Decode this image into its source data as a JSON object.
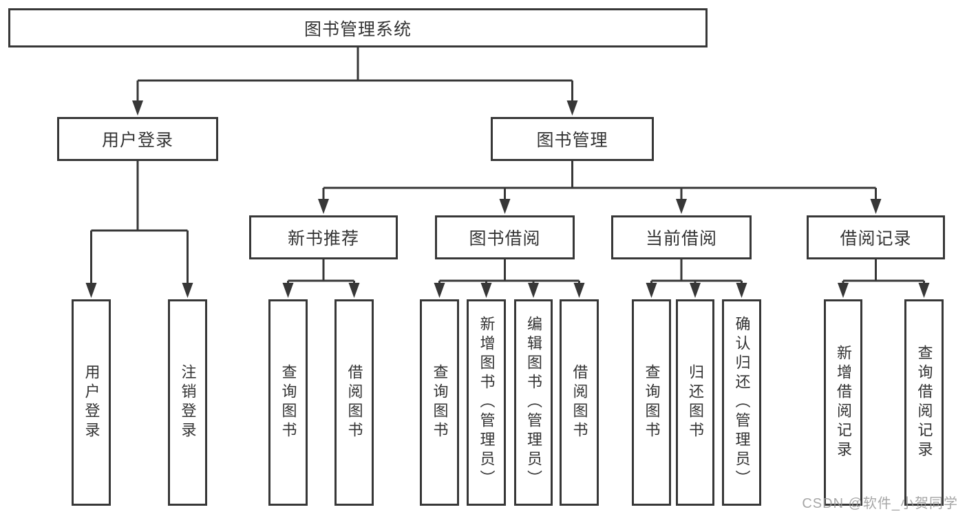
{
  "diagram": {
    "root": {
      "label": "图书管理系统"
    },
    "level1": [
      {
        "label": "用户登录"
      },
      {
        "label": "图书管理"
      }
    ],
    "level2": [
      {
        "label": "新书推荐"
      },
      {
        "label": "图书借阅"
      },
      {
        "label": "当前借阅"
      },
      {
        "label": "借阅记录"
      }
    ],
    "leaves": {
      "user_login": [
        "用户登录",
        "注销登录"
      ],
      "new_book": [
        "查询图书",
        "借阅图书"
      ],
      "book_borrow": [
        "查询图书",
        "新增图书（管理员）",
        "编辑图书（管理员）",
        "借阅图书"
      ],
      "current_borrow": [
        "查询图书",
        "归还图书",
        "确认归还（管理员）"
      ],
      "borrow_records": [
        "新增借阅记录",
        "查询借阅记录"
      ]
    }
  },
  "watermark": {
    "text": "CSDN @软件_小贺同学"
  },
  "colors": {
    "line": "#373737",
    "border": "#373737",
    "text": "#333333",
    "background": "#ffffff",
    "watermark": "#969696"
  }
}
